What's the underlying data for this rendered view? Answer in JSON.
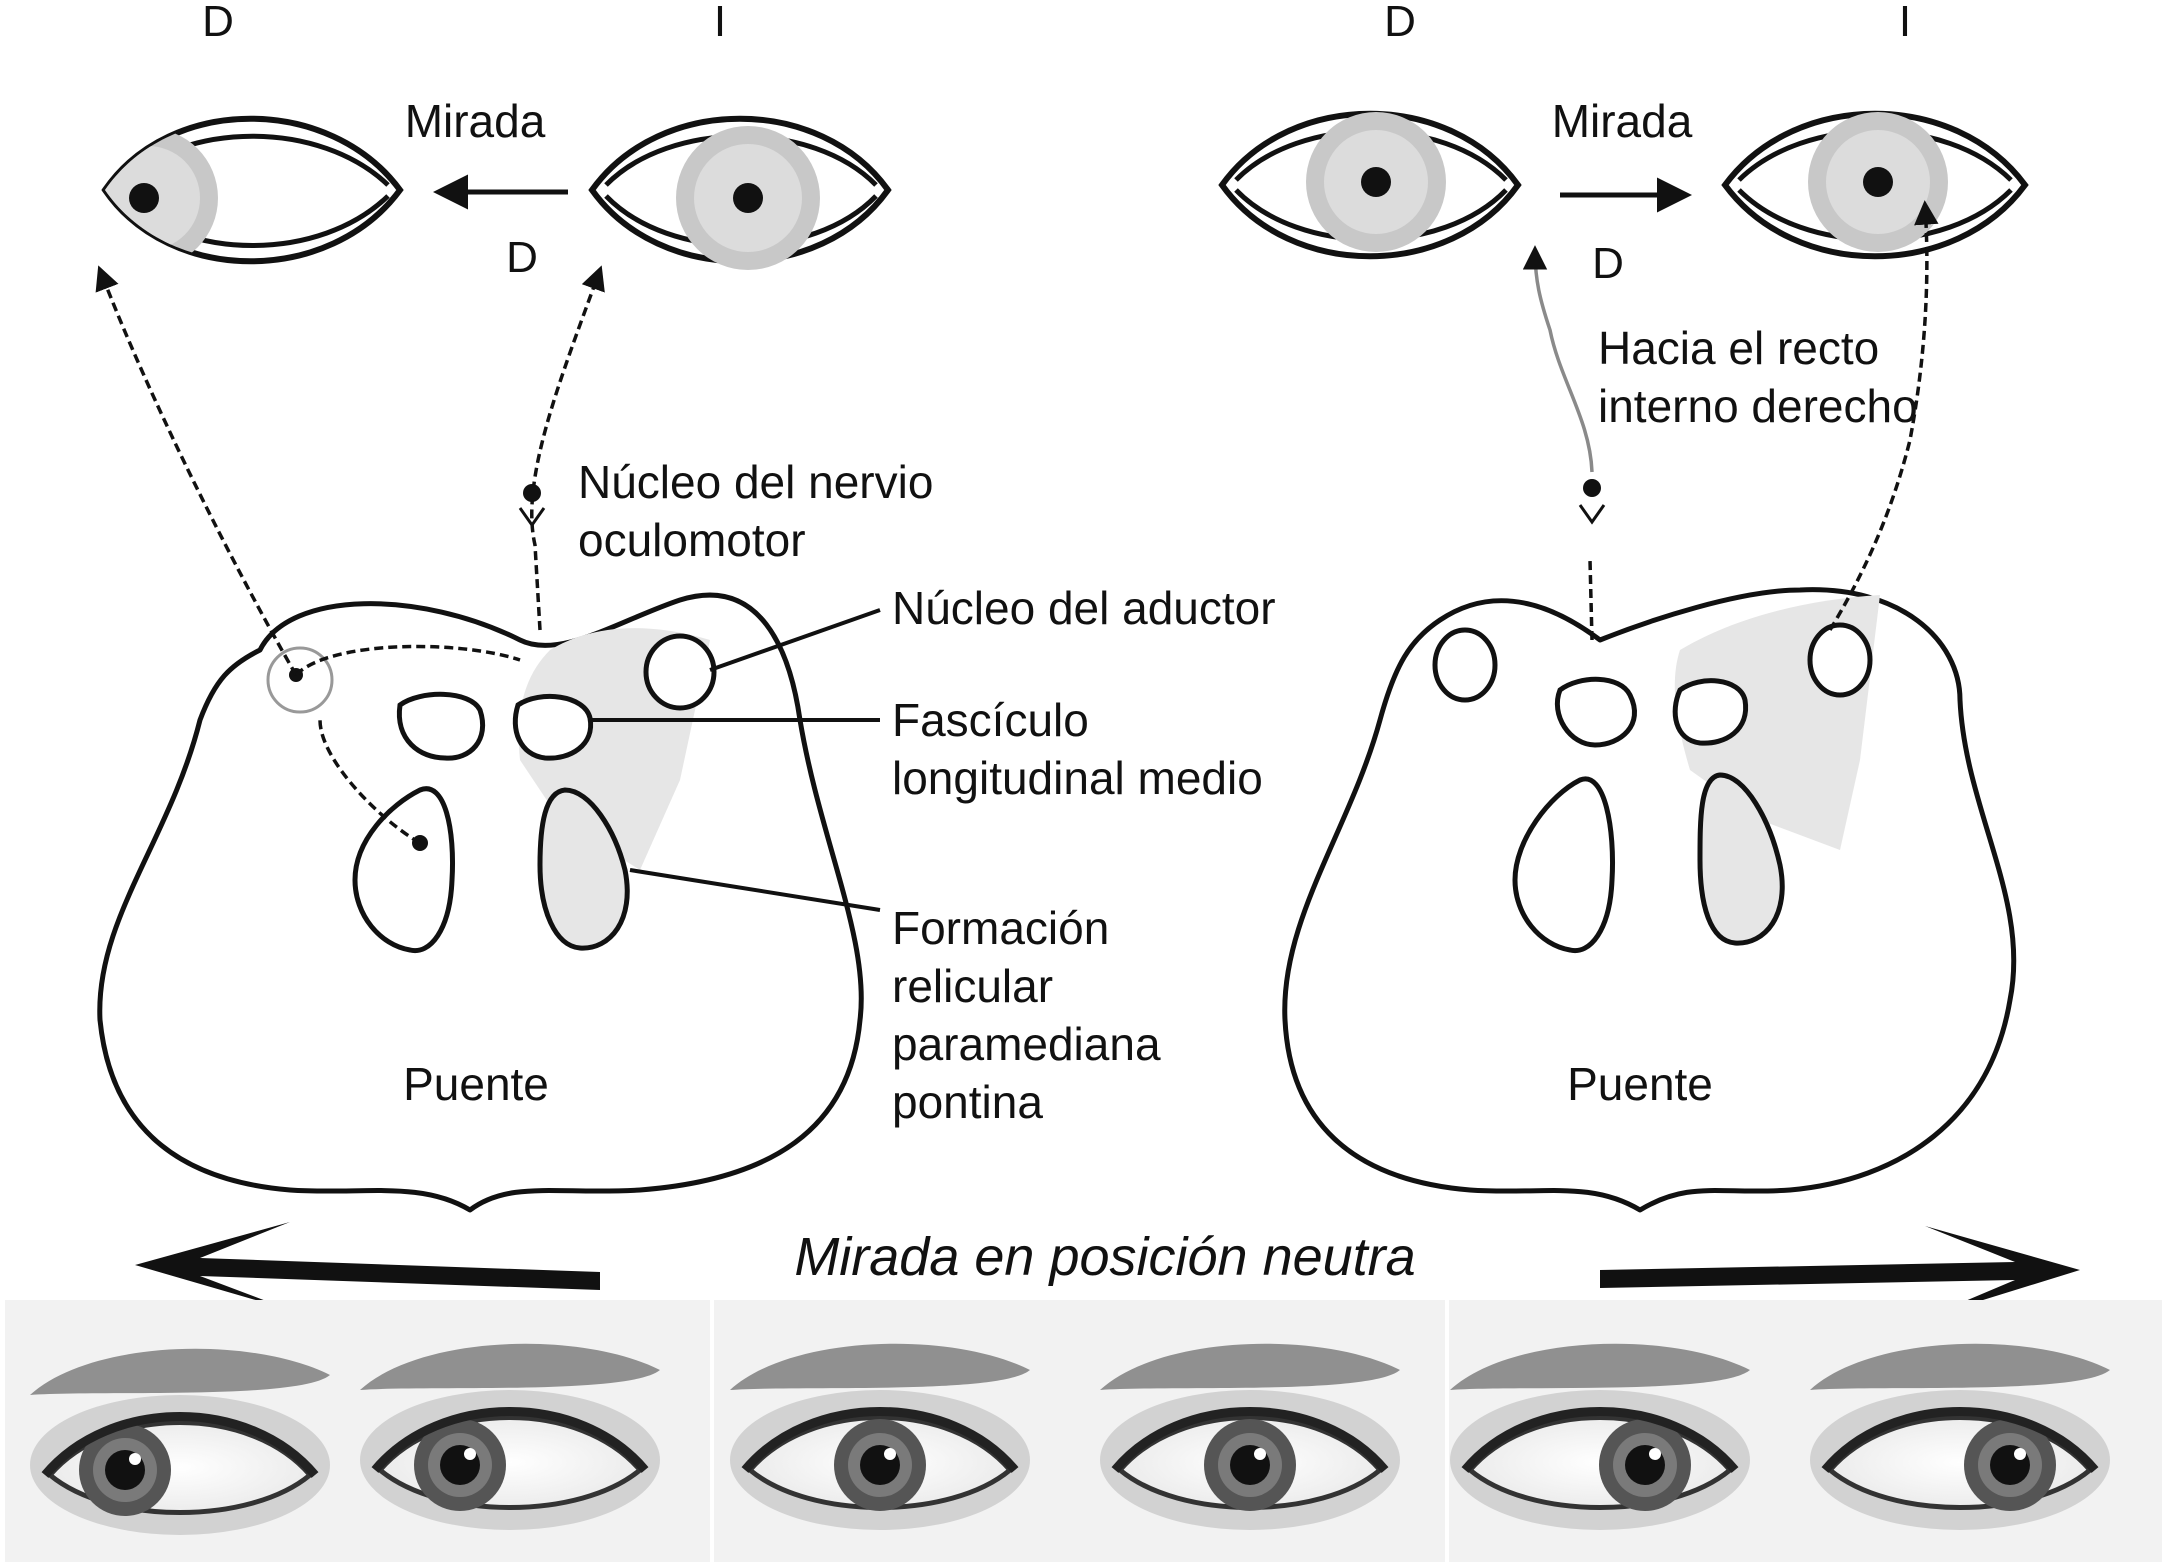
{
  "left_panel": {
    "side_right": "D",
    "side_left": "I",
    "gaze_label": "Mirada",
    "gaze_direction": "D",
    "oculomotor_label_1": "Núcleo del nervio",
    "oculomotor_label_2": "oculomotor",
    "abducens_label": "Núcleo del aductor",
    "mlf_label_1": "Fascículo",
    "mlf_label_2": "longitudinal medio",
    "pprf_label_1": "Formación",
    "pprf_label_2": "relicular",
    "pprf_label_3": "paramediana",
    "pprf_label_4": "pontina",
    "pons_label": "Puente"
  },
  "right_panel": {
    "side_right": "D",
    "side_left": "I",
    "gaze_label": "Mirada",
    "gaze_direction": "D",
    "medial_rectus_label_1": "Hacia el recto",
    "medial_rectus_label_2": "interno derecho",
    "pons_label": "Puente"
  },
  "bottom": {
    "caption": "Mirada en posición neutra"
  },
  "colors": {
    "line": "#111111",
    "iris": "#c8c8c8",
    "pupil": "#111111",
    "shaded_region": "#e6e6e6",
    "photo_strip": "#f2f2f2"
  }
}
